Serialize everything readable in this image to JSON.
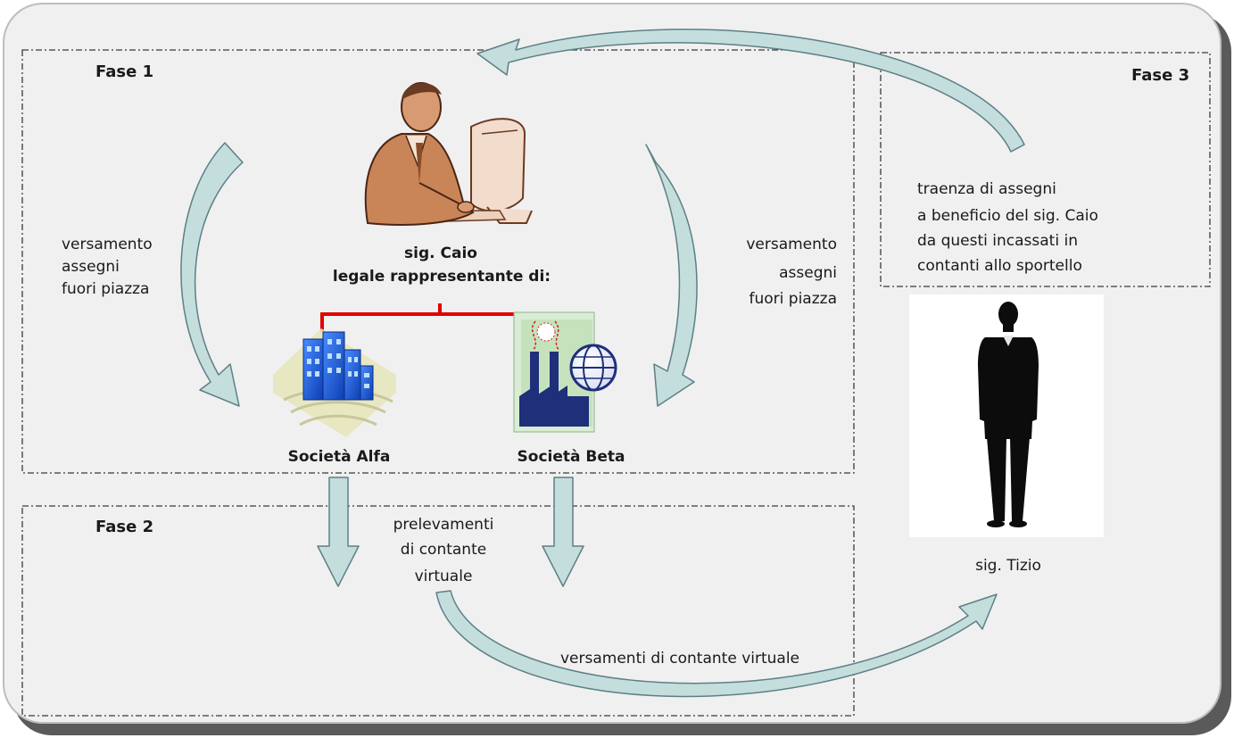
{
  "phases": {
    "fase1": "Fase 1",
    "fase2": "Fase 2",
    "fase3": "Fase 3"
  },
  "caio": {
    "name": "sig. Caio",
    "role": "legale rappresentante di:"
  },
  "companies": {
    "alfa": "Società Alfa",
    "beta": "Società Beta"
  },
  "left_label": [
    "versamento",
    "assegni",
    "fuori piazza"
  ],
  "right_label": [
    "versamento",
    "assegni",
    "fuori piazza"
  ],
  "withdrawals_label": [
    "prelevamenti",
    "di contante",
    "virtuale"
  ],
  "deposits_label": "versamenti di contante virtuale",
  "phase3_label": [
    "traenza di assegni",
    "a beneficio del sig. Caio",
    "da questi incassati in",
    "contanti allo sportello"
  ],
  "tizio": {
    "name": "sig. Tizio"
  },
  "colors": {
    "arrow_fill": "#c4dede",
    "arrow_stroke": "#5e7f85",
    "bracket": "#e00000",
    "panel_bg": "#f0f0f0",
    "panel_border": "#3a3a3a",
    "building_blue": "#1f5fd6",
    "factory_navy": "#1f2f7a"
  }
}
